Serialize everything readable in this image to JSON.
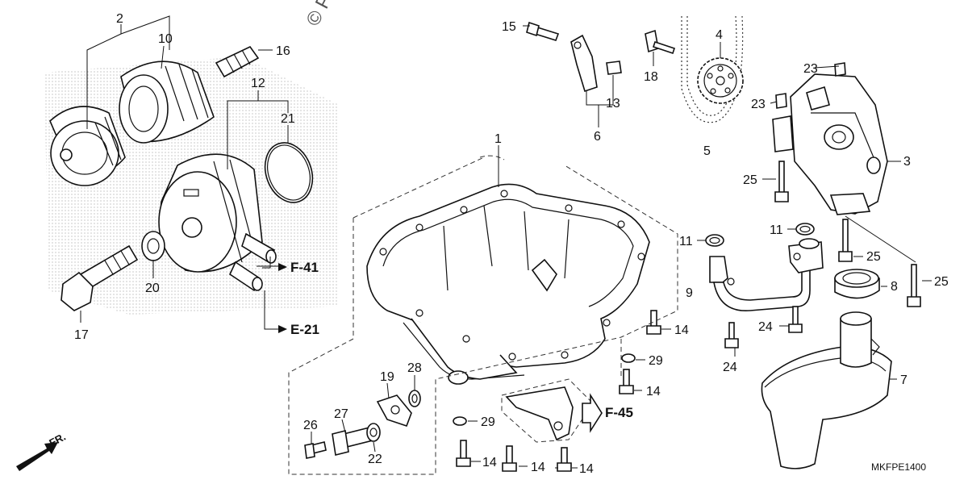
{
  "watermark": "© Par",
  "diagram_code": "MKFPE1400",
  "front_label": "FR.",
  "refs": {
    "f41": "F-41",
    "e21": "E-21",
    "f45": "F-45"
  },
  "callouts": [
    {
      "id": "c1",
      "text": "1"
    },
    {
      "id": "c2",
      "text": "2"
    },
    {
      "id": "c3",
      "text": "3"
    },
    {
      "id": "c4",
      "text": "4"
    },
    {
      "id": "c5",
      "text": "5"
    },
    {
      "id": "c6",
      "text": "6"
    },
    {
      "id": "c7",
      "text": "7"
    },
    {
      "id": "c8",
      "text": "8"
    },
    {
      "id": "c9",
      "text": "9"
    },
    {
      "id": "c10",
      "text": "10"
    },
    {
      "id": "c11a",
      "text": "11"
    },
    {
      "id": "c11b",
      "text": "11"
    },
    {
      "id": "c12",
      "text": "12"
    },
    {
      "id": "c13",
      "text": "13"
    },
    {
      "id": "c14a",
      "text": "14"
    },
    {
      "id": "c14b",
      "text": "14"
    },
    {
      "id": "c14c",
      "text": "14"
    },
    {
      "id": "c14d",
      "text": "14"
    },
    {
      "id": "c14e",
      "text": "14"
    },
    {
      "id": "c15",
      "text": "15"
    },
    {
      "id": "c16",
      "text": "16"
    },
    {
      "id": "c17",
      "text": "17"
    },
    {
      "id": "c18",
      "text": "18"
    },
    {
      "id": "c19",
      "text": "19"
    },
    {
      "id": "c20",
      "text": "20"
    },
    {
      "id": "c21",
      "text": "21"
    },
    {
      "id": "c22",
      "text": "22"
    },
    {
      "id": "c23a",
      "text": "23"
    },
    {
      "id": "c23b",
      "text": "23"
    },
    {
      "id": "c24a",
      "text": "24"
    },
    {
      "id": "c24b",
      "text": "24"
    },
    {
      "id": "c25a",
      "text": "25"
    },
    {
      "id": "c25b",
      "text": "25"
    },
    {
      "id": "c25c",
      "text": "25"
    },
    {
      "id": "c26",
      "text": "26"
    },
    {
      "id": "c27",
      "text": "27"
    },
    {
      "id": "c28",
      "text": "28"
    },
    {
      "id": "c29a",
      "text": "29"
    },
    {
      "id": "c29b",
      "text": "29"
    }
  ]
}
